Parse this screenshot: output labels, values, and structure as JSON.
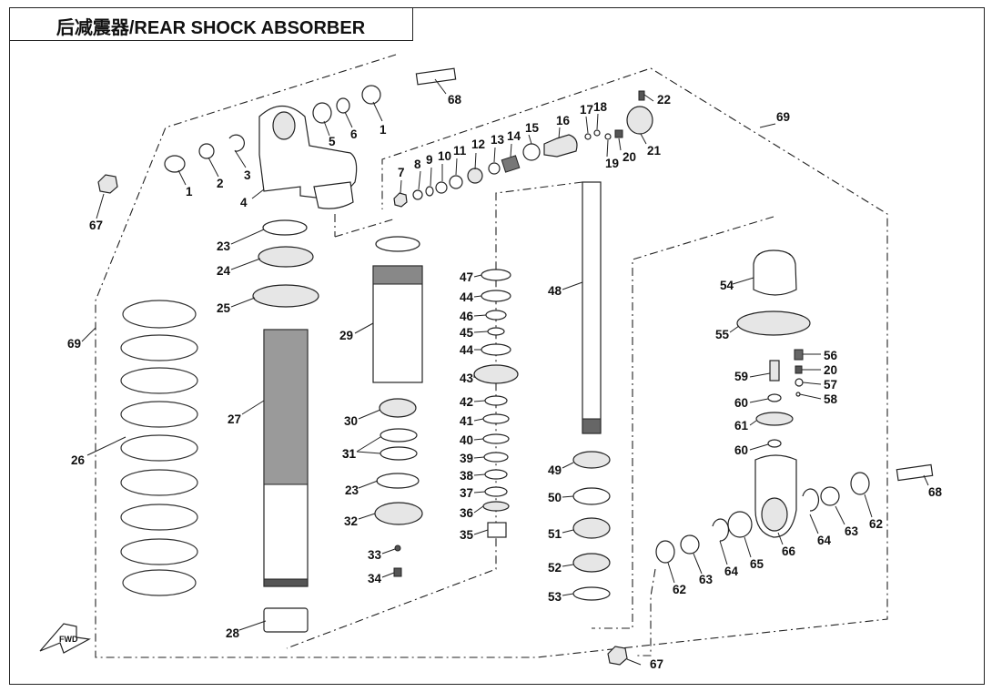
{
  "title": "后减震器/REAR SHOCK ABSORBER",
  "fwd_label": "FWD",
  "callouts": [
    "1",
    "2",
    "3",
    "4",
    "5",
    "6",
    "7",
    "8",
    "9",
    "10",
    "11",
    "12",
    "13",
    "14",
    "15",
    "16",
    "17",
    "18",
    "19",
    "20",
    "21",
    "22",
    "23",
    "24",
    "25",
    "26",
    "27",
    "28",
    "29",
    "30",
    "31",
    "32",
    "33",
    "34",
    "35",
    "36",
    "37",
    "38",
    "39",
    "40",
    "41",
    "42",
    "43",
    "44",
    "45",
    "46",
    "47",
    "48",
    "49",
    "50",
    "51",
    "52",
    "53",
    "54",
    "55",
    "56",
    "57",
    "58",
    "59",
    "60",
    "61",
    "62",
    "63",
    "64",
    "65",
    "66",
    "67",
    "68",
    "69"
  ]
}
